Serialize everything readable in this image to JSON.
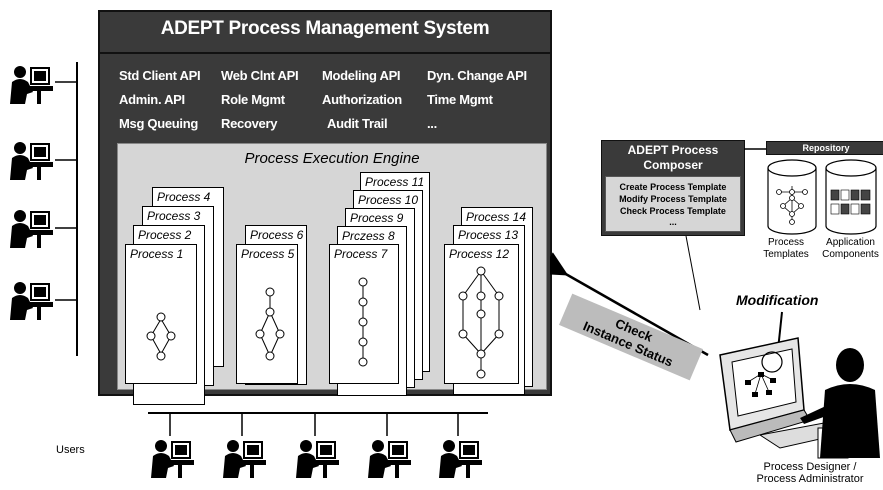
{
  "system": {
    "title": "ADEPT Process Management System",
    "apis": [
      [
        "Std Client API",
        "Web Clnt API",
        "Modeling API",
        "Dyn. Change API"
      ],
      [
        "Admin. API",
        "Role Mgmt",
        "Authorization",
        "Time Mgmt"
      ],
      [
        "Msg Queuing",
        "Recovery",
        "Audit Trail",
        "..."
      ]
    ]
  },
  "engine": {
    "title": "Process Execution Engine",
    "stacks": [
      [
        "Process 4",
        "Process 3",
        "Process 2",
        "Process 1"
      ],
      [
        "Process 6",
        "Process 5"
      ],
      [
        "Process 11",
        "Process 10",
        "Process 9",
        "Prczess 8",
        "Process 7"
      ],
      [
        "Process 14",
        "Process 13",
        "Process 12"
      ]
    ]
  },
  "composer": {
    "title_line1": "ADEPT Process",
    "title_line2": "Composer",
    "commands": [
      "Create Process Template",
      "Modify Process Template",
      "Check Process Template",
      "..."
    ]
  },
  "repository": {
    "label": "Repository",
    "templates_line1": "Process",
    "templates_line2": "Templates",
    "components_line1": "Application",
    "components_line2": "Components"
  },
  "labels": {
    "modification": "Modification",
    "check_line1": "Check",
    "check_line2": "Instance Status",
    "users": "Users",
    "designer_line1": "Process Designer /",
    "designer_line2": "Process Administrator"
  }
}
